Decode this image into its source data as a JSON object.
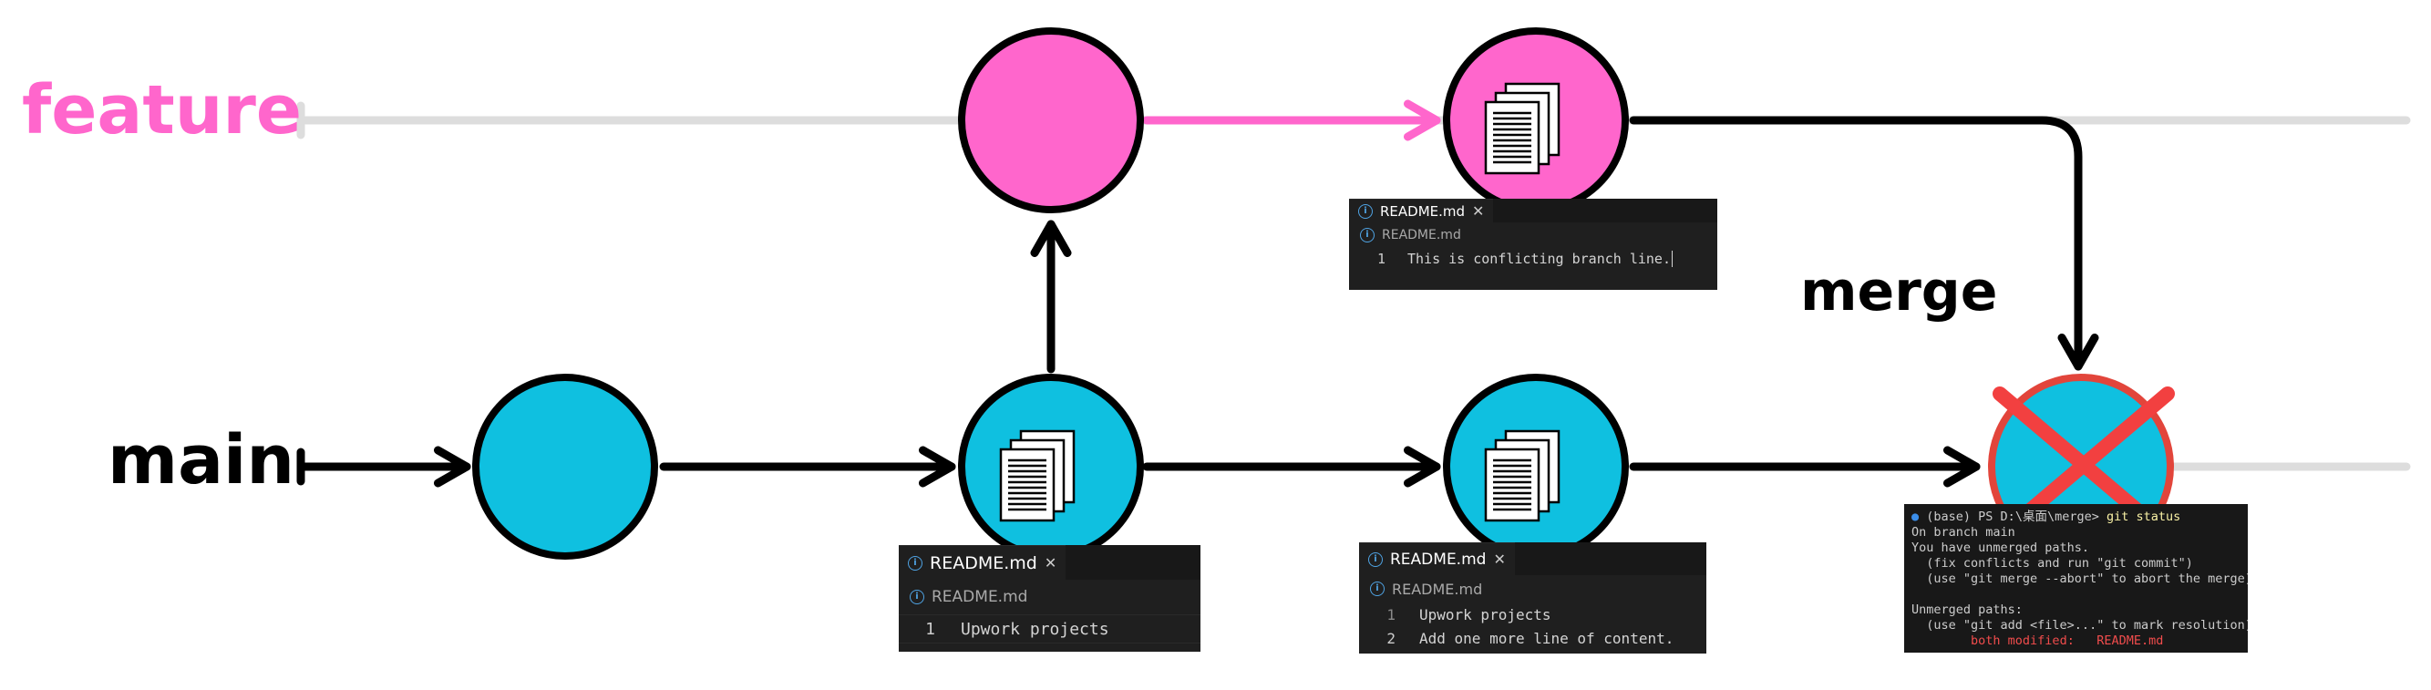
{
  "branches": {
    "feature": {
      "label": "feature",
      "color": "#ff66cc"
    },
    "main": {
      "label": "main",
      "color": "#000000"
    }
  },
  "merge_label": "merge",
  "colors": {
    "main_commit": "#0fc0e0",
    "feature_commit": "#ff66cc",
    "track": "#dddddd",
    "arrow": "#000000",
    "feature_arrow": "#ff66cc",
    "conflict_x": "#f24040"
  },
  "editors": {
    "feature": {
      "tab": "README.md",
      "breadcrumb": "README.md",
      "lines": [
        {
          "num": "1",
          "text": "This is conflicting branch line."
        }
      ]
    },
    "main_1": {
      "tab": "README.md",
      "breadcrumb": "README.md",
      "lines": [
        {
          "num": "1",
          "text": "Upwork projects"
        }
      ]
    },
    "main_2": {
      "tab": "README.md",
      "breadcrumb": "README.md",
      "lines": [
        {
          "num": "1",
          "text": "Upwork projects"
        },
        {
          "num": "2",
          "text": "Add one more line of content."
        }
      ]
    }
  },
  "terminal": {
    "prompt": "(base) PS D:\\桌面\\merge>",
    "command": "git status",
    "lines": [
      "On branch main",
      "You have unmerged paths.",
      "  (fix conflicts and run \"git commit\")",
      "  (use \"git merge --abort\" to abort the merge)",
      "",
      "Unmerged paths:",
      "  (use \"git add <file>...\" to mark resolution)"
    ],
    "conflict_status": "both modified:",
    "conflict_file": "README.md"
  }
}
